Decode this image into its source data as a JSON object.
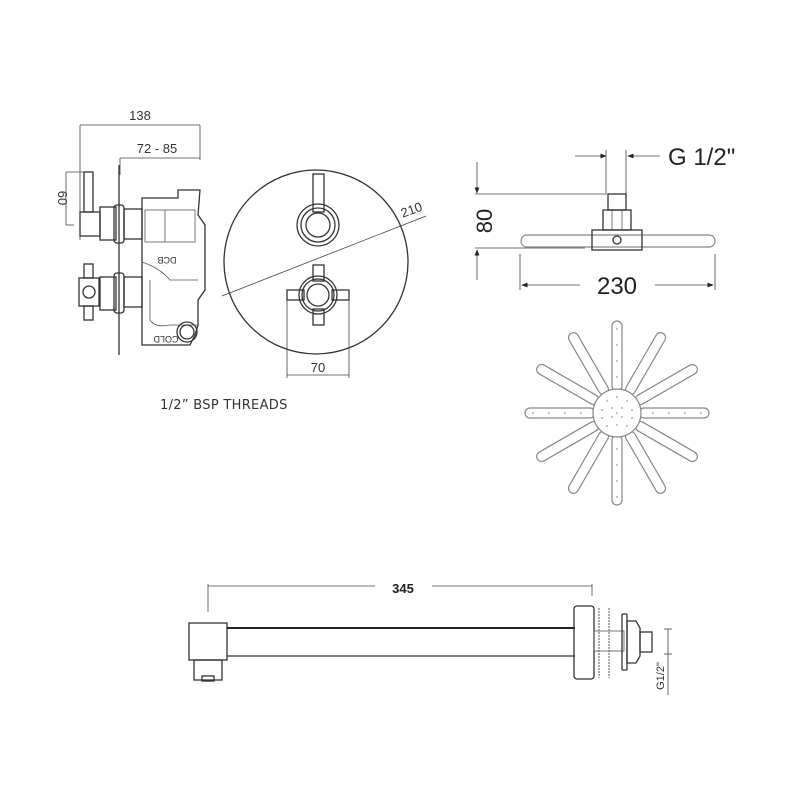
{
  "diagram": {
    "valve_side": {
      "dim_overall_depth": "138",
      "dim_wall_depth_range": "72 - 85",
      "dim_handle_height": "60",
      "label_outlet": "DCB",
      "label_cold": "COLD"
    },
    "valve_front": {
      "dim_plate_diameter": "210",
      "dim_handle_spacing": "70"
    },
    "caption": "1/2” BSP THREADS",
    "shower_head_side": {
      "dim_thread": "G 1/2\"",
      "dim_height": "80",
      "dim_width": "230"
    },
    "shower_head_top": {
      "arms": 12
    },
    "shower_arm": {
      "dim_length": "345",
      "dim_thread": "G1/2\""
    }
  }
}
